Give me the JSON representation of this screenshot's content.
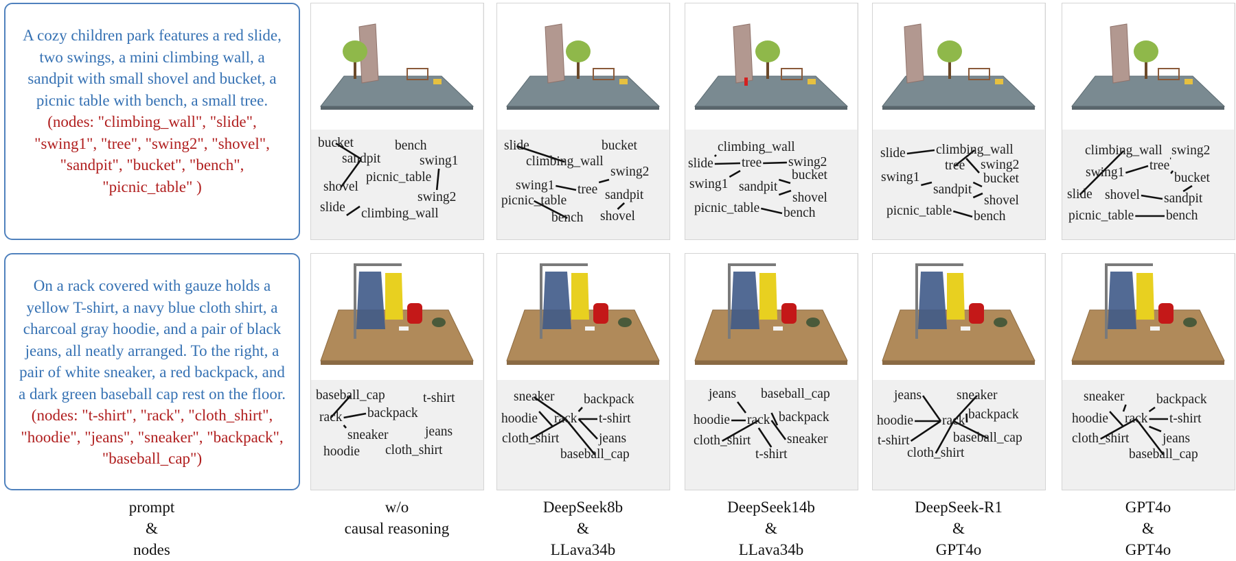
{
  "rows": [
    {
      "prompt": "A cozy children park features a red slide, two swings, a mini climbing wall, a sandpit with small shovel and bucket, a picnic table with bench, a small tree.",
      "nodes_text": "(nodes: \"climbing_wall\", \"slide\", \"swing1\", \"tree\", \"swing2\", \"shovel\", \"sandpit\", \"bucket\", \"bench\", \"picnic_table\" )"
    },
    {
      "prompt": "On a rack covered with gauze holds a yellow T-shirt, a navy blue cloth shirt, a charcoal gray hoodie, and a pair of black jeans, all neatly arranged.  To the right, a pair of white sneaker, a red backpack, and a dark green baseball cap rest on the floor.",
      "nodes_text": "(nodes: \"t-shirt\", \"rack\", \"cloth_shirt\", \"hoodie\", \"jeans\", \"sneaker\", \"backpack\", \"baseball_cap\")"
    }
  ],
  "captions": [
    [
      "prompt",
      "&",
      "nodes"
    ],
    [
      "w/o",
      "causal reasoning"
    ],
    [
      "DeepSeek8b",
      "&",
      "LLava34b"
    ],
    [
      "DeepSeek14b",
      "&",
      "LLava34b"
    ],
    [
      "DeepSeek-R1",
      "&",
      "GPT4o"
    ],
    [
      "GPT4o",
      "&",
      "GPT4o"
    ]
  ],
  "colors": {
    "prompt_text": "#3571b3",
    "nodes_text": "#b01e1e",
    "box_border": "#4f81bd"
  },
  "graphs": [
    [
      {
        "labels": [
          "bucket",
          "sandpit",
          "bench",
          "swing1",
          "picnic_table",
          "shovel",
          "swing2",
          "slide",
          "climbing_wall"
        ],
        "edges": [
          [
            "bucket",
            "sandpit"
          ],
          [
            "sandpit",
            "shovel"
          ],
          [
            "swing1",
            "swing2"
          ],
          [
            "slide",
            "climbing_wall"
          ]
        ]
      },
      {
        "labels": [
          "slide",
          "bucket",
          "climbing_wall",
          "swing2",
          "swing1",
          "tree",
          "picnic_table",
          "sandpit",
          "bench",
          "shovel"
        ],
        "edges": [
          [
            "slide",
            "climbing_wall"
          ],
          [
            "swing1",
            "tree"
          ],
          [
            "tree",
            "swing2"
          ],
          [
            "sandpit",
            "shovel"
          ],
          [
            "picnic_table",
            "bench"
          ]
        ]
      },
      {
        "labels": [
          "climbing_wall",
          "slide",
          "tree",
          "swing2",
          "bucket",
          "swing1",
          "sandpit",
          "shovel",
          "picnic_table",
          "bench"
        ],
        "edges": [
          [
            "climbing_wall",
            "slide"
          ],
          [
            "slide",
            "tree"
          ],
          [
            "tree",
            "swing2"
          ],
          [
            "swing1",
            "tree"
          ],
          [
            "sandpit",
            "bucket"
          ],
          [
            "sandpit",
            "shovel"
          ],
          [
            "picnic_table",
            "bench"
          ]
        ]
      },
      {
        "labels": [
          "slide",
          "climbing_wall",
          "tree",
          "swing2",
          "swing1",
          "bucket",
          "sandpit",
          "shovel",
          "picnic_table",
          "bench"
        ],
        "edges": [
          [
            "slide",
            "climbing_wall"
          ],
          [
            "tree",
            "climbing_wall"
          ],
          [
            "tree",
            "swing2"
          ],
          [
            "swing1",
            "sandpit"
          ],
          [
            "sandpit",
            "bucket"
          ],
          [
            "sandpit",
            "shovel"
          ],
          [
            "picnic_table",
            "bench"
          ]
        ]
      },
      {
        "labels": [
          "climbing_wall",
          "swing2",
          "swing1",
          "tree",
          "bucket",
          "slide",
          "shovel",
          "sandpit",
          "picnic_table",
          "bench"
        ],
        "edges": [
          [
            "climbing_wall",
            "slide"
          ],
          [
            "swing1",
            "tree"
          ],
          [
            "tree",
            "swing2"
          ],
          [
            "tree",
            "bucket"
          ],
          [
            "shovel",
            "sandpit"
          ],
          [
            "bucket",
            "sandpit"
          ],
          [
            "picnic_table",
            "bench"
          ]
        ]
      }
    ],
    [
      {
        "labels": [
          "baseball_cap",
          "t-shirt",
          "rack",
          "backpack",
          "sneaker",
          "jeans",
          "hoodie",
          "cloth_shirt"
        ],
        "edges": [
          [
            "baseball_cap",
            "rack"
          ],
          [
            "rack",
            "backpack"
          ],
          [
            "rack",
            "sneaker"
          ]
        ]
      },
      {
        "labels": [
          "sneaker",
          "backpack",
          "hoodie",
          "rack",
          "t-shirt",
          "cloth_shirt",
          "jeans",
          "baseball_cap"
        ],
        "edges": [
          [
            "sneaker",
            "rack"
          ],
          [
            "hoodie",
            "rack"
          ],
          [
            "rack",
            "backpack"
          ],
          [
            "rack",
            "t-shirt"
          ],
          [
            "cloth_shirt",
            "rack"
          ],
          [
            "rack",
            "jeans"
          ],
          [
            "rack",
            "baseball_cap"
          ]
        ]
      },
      {
        "labels": [
          "jeans",
          "baseball_cap",
          "backpack",
          "hoodie",
          "rack",
          "cloth_shirt",
          "sneaker",
          "t-shirt"
        ],
        "edges": [
          [
            "jeans",
            "rack"
          ],
          [
            "hoodie",
            "rack"
          ],
          [
            "rack",
            "backpack"
          ],
          [
            "cloth_shirt",
            "rack"
          ],
          [
            "rack",
            "sneaker"
          ],
          [
            "rack",
            "t-shirt"
          ]
        ]
      },
      {
        "labels": [
          "jeans",
          "sneaker",
          "backpack",
          "hoodie",
          "rack",
          "t-shirt",
          "baseball_cap",
          "cloth_shirt"
        ],
        "edges": [
          [
            "jeans",
            "rack"
          ],
          [
            "rack",
            "sneaker"
          ],
          [
            "hoodie",
            "rack"
          ],
          [
            "rack",
            "backpack"
          ],
          [
            "t-shirt",
            "rack"
          ],
          [
            "rack",
            "baseball_cap"
          ],
          [
            "cloth_shirt",
            "rack"
          ]
        ]
      },
      {
        "labels": [
          "sneaker",
          "backpack",
          "hoodie",
          "rack",
          "t-shirt",
          "cloth_shirt",
          "jeans",
          "baseball_cap"
        ],
        "edges": [
          [
            "sneaker",
            "rack"
          ],
          [
            "hoodie",
            "rack"
          ],
          [
            "rack",
            "backpack"
          ],
          [
            "rack",
            "t-shirt"
          ],
          [
            "cloth_shirt",
            "rack"
          ],
          [
            "rack",
            "jeans"
          ],
          [
            "rack",
            "baseball_cap"
          ]
        ]
      }
    ]
  ]
}
